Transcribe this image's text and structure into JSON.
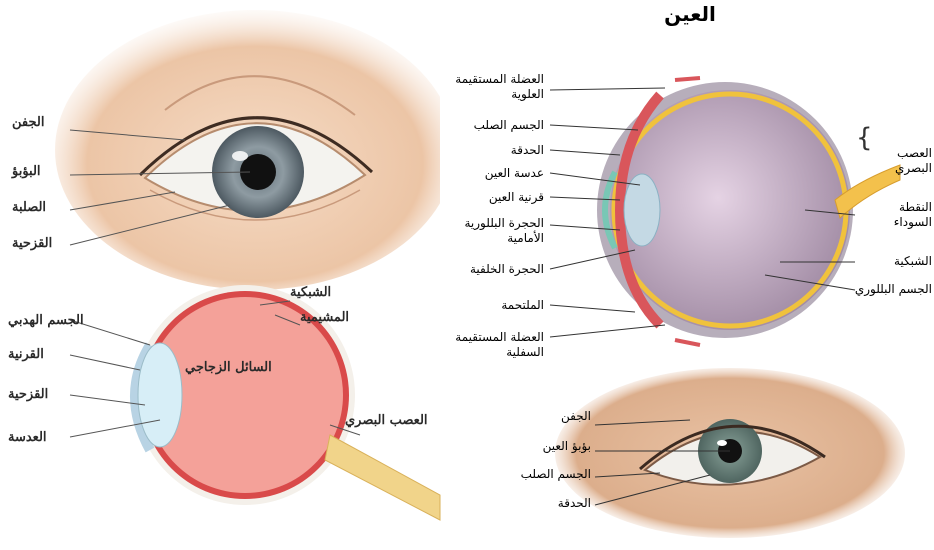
{
  "title": "العين",
  "external_eye": {
    "labels": [
      "الجفن",
      "البؤبؤ",
      "الصلبة",
      "القزحية"
    ]
  },
  "cross_section_small": {
    "labels": [
      "الشبكية",
      "المشيمية",
      "الجسم الهدبي",
      "القرنية",
      "القزحية",
      "العدسة",
      "السائل الزجاجي",
      "العصب البصري"
    ]
  },
  "cross_section_main": {
    "left_labels": [
      "العضلة المستقيمة العلوية",
      "الجسم الصلب",
      "الحدقة",
      "عدسة العين",
      "قرنية العين",
      "الحجرة البللورية الأمامية",
      "الحجرة الخلفية",
      "الملتحمة",
      "العضلة المستقيمة السفلية"
    ],
    "right_labels": [
      "العصب البصري",
      "النقطة السوداء",
      "الشبكية",
      "الجسم البللوري"
    ]
  },
  "eye_small": {
    "labels": [
      "الجفن",
      "بؤبؤ العين",
      "الجسم الصلب",
      "الحدقة"
    ]
  },
  "colors": {
    "iris": "#7b8a93",
    "sclera": "#f2f2ee",
    "eyeball_inner": "#c8b6c8",
    "retina_line": "#f0c23c",
    "skin": "#e8c1a2",
    "section_red": "#e26c6c",
    "lens_blue": "#d7eef7"
  }
}
